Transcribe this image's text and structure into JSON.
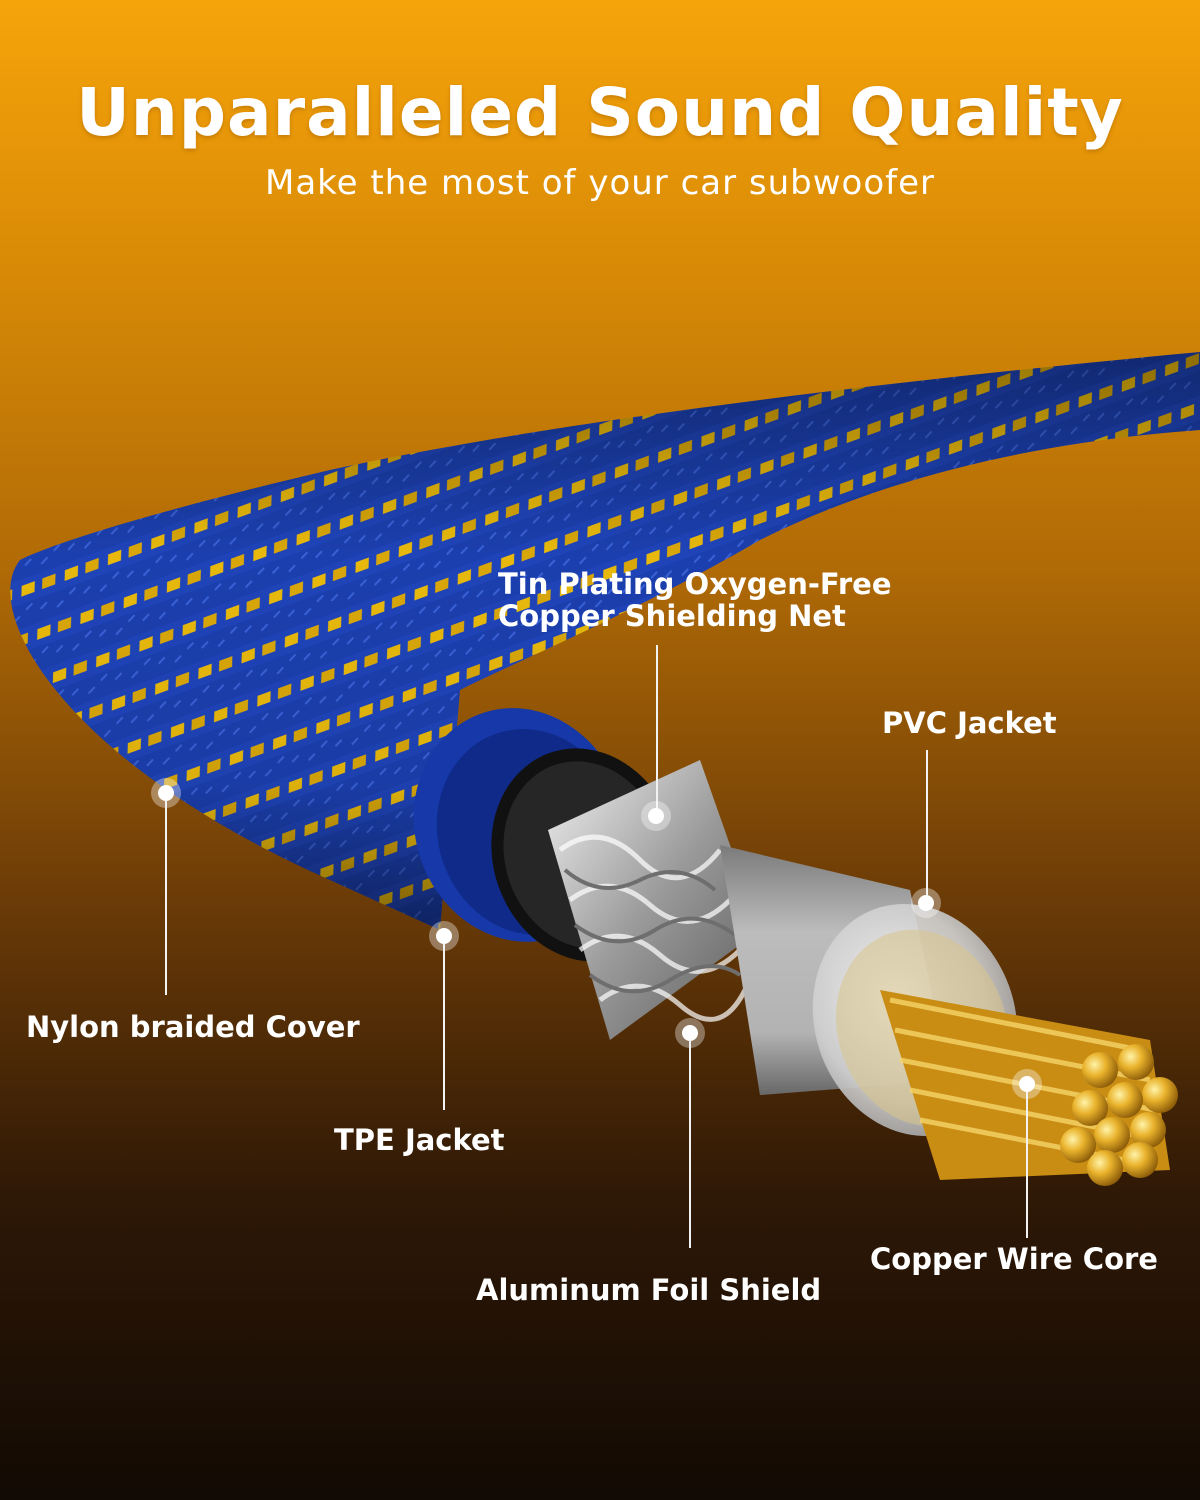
{
  "header": {
    "title": "Unparalleled Sound Quality",
    "subtitle": "Make the most of your car subwoofer"
  },
  "callouts": {
    "shielding_net": "Tin Plating Oxygen-Free Copper Shielding Net",
    "shielding_net_line1": "Tin Plating Oxygen-Free",
    "shielding_net_line2": "Copper Shielding Net",
    "pvc_jacket": "PVC Jacket",
    "nylon_cover": "Nylon braided Cover",
    "tpe_jacket": "TPE Jacket",
    "foil_shield": "Aluminum Foil Shield",
    "copper_core": "Copper Wire Core"
  },
  "colors": {
    "background_top": "#f6a40a",
    "background_bottom": "#120a04",
    "braid_blue": "#1a3fb0",
    "braid_gold": "#e6b800",
    "copper": "#e0a826",
    "callout_text": "#ffffff"
  }
}
